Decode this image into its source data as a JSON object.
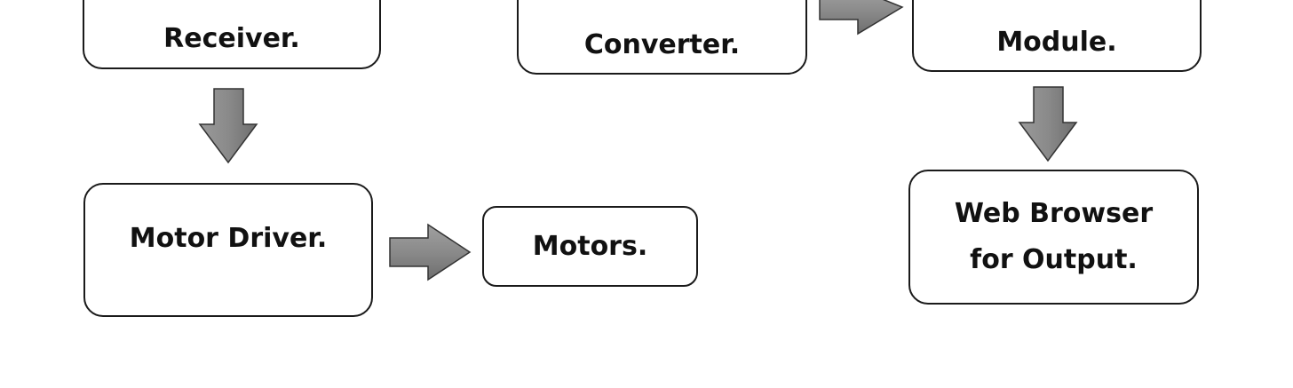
{
  "blocks": {
    "receiver": "Receiver.",
    "converter": "Converter.",
    "module": "Module.",
    "motor_driver": "Motor Driver.",
    "motors": "Motors.",
    "web_browser_line1": "Web Browser",
    "web_browser_line2": "for Output."
  },
  "colors": {
    "arrow_fill_light": "#a6a6a6",
    "arrow_fill_dark": "#6b6b6b",
    "border": "#1a1a1a"
  }
}
